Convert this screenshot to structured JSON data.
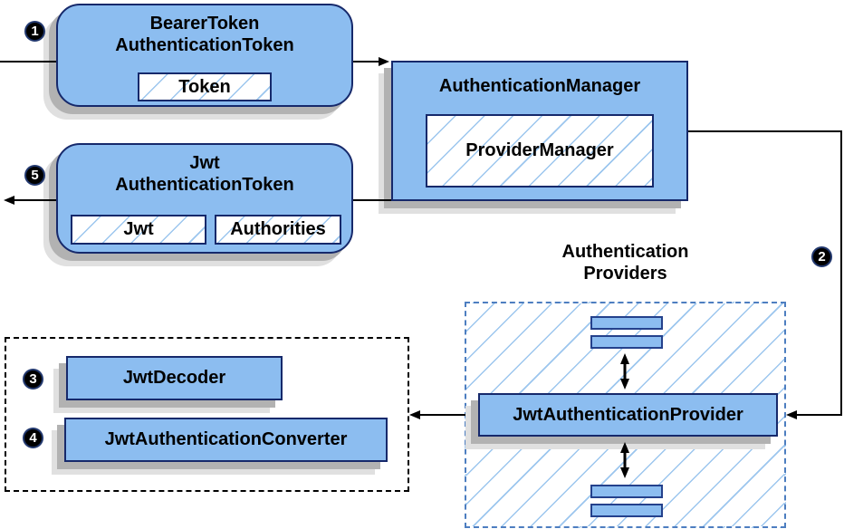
{
  "diagram": {
    "kind": "jwt-authentication-flow",
    "colors": {
      "box_fill": "#8CBDF0",
      "box_border": "#16296B",
      "hatch_line": "#9CC6EE",
      "providers_dashed_border": "#4D7EC0",
      "left_dashed_border": "#000000",
      "arrow": "#000000",
      "badge_bg": "#000000",
      "badge_text": "#FFFFFF",
      "shadow": "#B2B2B2"
    },
    "badges": {
      "step1": "1",
      "step2": "2",
      "step3": "3",
      "step4": "4",
      "step5": "5"
    },
    "nodes": {
      "bearer_token": {
        "title_line1": "BearerToken",
        "title_line2": "AuthenticationToken",
        "inner": "Token"
      },
      "authentication_manager": {
        "title": "AuthenticationManager",
        "inner": "ProviderManager"
      },
      "jwt_authentication_token": {
        "title_line1": "Jwt",
        "title_line2": "AuthenticationToken",
        "inner_left": "Jwt",
        "inner_right": "Authorities"
      },
      "providers_group": {
        "title_line1": "Authentication",
        "title_line2": "Providers",
        "provider": "JwtAuthenticationProvider"
      },
      "converter_group": {
        "decoder": "JwtDecoder",
        "converter": "JwtAuthenticationConverter"
      }
    }
  }
}
